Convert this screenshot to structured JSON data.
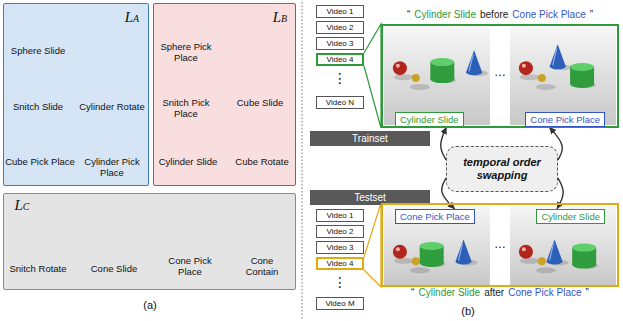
{
  "diagram": {
    "nodes": [
      {
        "text": [
          "LA",
          "Sphere Slide",
          "Snitch Slide",
          "Cylinder Rotate",
          "Cube Pick Place",
          "Cylinder Pick Place"
        ]
      },
      {
        "text": [
          "LB",
          "Sphere Pick Place",
          "Snitch Pick Place",
          "Cube Slide",
          "Cylinder Slide",
          "Cube Rotate"
        ]
      },
      {
        "text": [
          "LC",
          "Snitch Rotate",
          "Cone Slide",
          "Cone Pick Place",
          "Cone Contain"
        ]
      },
      {
        "text": [
          "Video 1"
        ]
      },
      {
        "text": [
          "Video 2"
        ]
      },
      {
        "text": [
          "Video 3"
        ]
      },
      {
        "text": [
          "Video 4"
        ]
      },
      {
        "text": [
          "Video N"
        ]
      },
      {
        "text": [
          "“",
          "Cylinder Slide",
          "before",
          "Cone Pick Place",
          "”"
        ]
      },
      {
        "text": [
          "Cylinder Slide"
        ],
        "in": 8
      },
      {
        "text": [
          "Cone Pick Place"
        ],
        "in": 8
      },
      {
        "text": [
          "Trainset"
        ]
      },
      {
        "text": [
          "temporal order swapping"
        ]
      },
      {
        "text": [
          "Testset"
        ]
      },
      {
        "text": [
          "Video 1"
        ]
      },
      {
        "text": [
          "Video 2"
        ]
      },
      {
        "text": [
          "Video 3"
        ]
      },
      {
        "text": [
          "Video 4"
        ]
      },
      {
        "text": [
          "Video M"
        ]
      },
      {
        "text": [
          "“",
          "Cylinder Slide",
          "after",
          "Cone Pick Place",
          "”"
        ]
      },
      {
        "text": [
          "Cone Pick Place"
        ],
        "in": 19
      },
      {
        "text": [
          "Cylinder Slide"
        ],
        "in": 19
      }
    ],
    "edges": [
      {
        "from": 6,
        "to": 8,
        "arrow": "none"
      },
      {
        "from": 12,
        "to": 9,
        "arrow": "to"
      },
      {
        "from": 12,
        "to": 10,
        "arrow": "to"
      },
      {
        "from": 12,
        "to": 20,
        "arrow": "to"
      },
      {
        "from": 12,
        "to": 21,
        "arrow": "to"
      },
      {
        "from": 17,
        "to": 19,
        "arrow": "none"
      }
    ],
    "labels": [
      "⋮",
      "⋮",
      "…",
      "…",
      "(a)",
      "(b)"
    ]
  }
}
